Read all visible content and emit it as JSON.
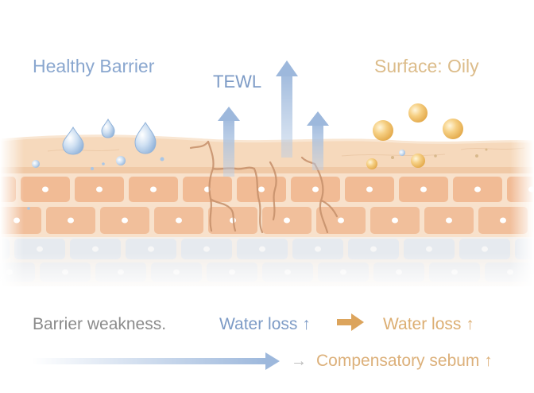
{
  "labels": {
    "healthy_barrier": "Healthy Barrier",
    "tewl": "TEWL",
    "surface_oily": "Surface: Oily",
    "barrier_weakness": "Barrier weakness.",
    "water_loss_blue": "Water loss ↑",
    "water_loss_orange": "Water loss ↑",
    "small_arrow": "→",
    "compensatory_sebum": "Compensatory sebum ↑"
  },
  "colors": {
    "skin_surface": "#f6d9bc",
    "corneocyte": "#efb78f",
    "mortar": "#f8e1cb",
    "deep_cell": "#e4e9f0",
    "water_drop": "#a9c6e6",
    "sebum": "#f2c46c",
    "tewl_arrow": "#9db8dc",
    "crack": "#c58f6a",
    "orange_arrow": "#dca45c"
  },
  "icons": {
    "water_droplets": "water-droplet-icon",
    "sebum_globules": "sebum-globule-icon",
    "tewl_arrows": "up-arrow-icon",
    "transition_arrow": "right-arrow-icon"
  }
}
